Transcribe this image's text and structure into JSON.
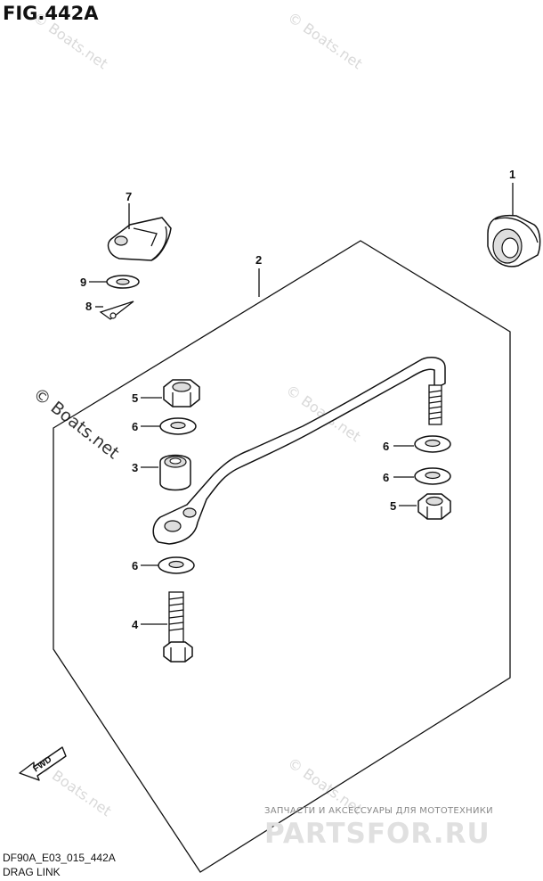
{
  "figure": {
    "title": "FIG.442A",
    "code": "DF90A_E03_015_442A",
    "caption": "DRAG LINK"
  },
  "callouts": [
    "1",
    "2",
    "3",
    "4",
    "5",
    "5",
    "6",
    "6",
    "6",
    "6",
    "7",
    "8",
    "9"
  ],
  "fwd_label": "FWD",
  "watermarks": {
    "copyright": "© Boats.net",
    "faint": "© Boats.net"
  },
  "branding": {
    "tagline": "ЗАПЧАСТИ И АКСЕССУАРЫ ДЛЯ МОТОТЕХНИКИ",
    "logo": "PARTSFOR.RU"
  },
  "colors": {
    "line": "#111111",
    "background": "#ffffff",
    "watermark": "#d9d9d9"
  }
}
